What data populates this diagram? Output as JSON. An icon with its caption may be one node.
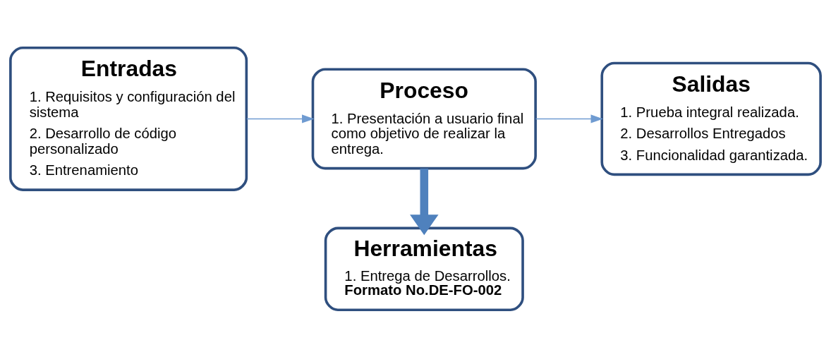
{
  "diagram": {
    "nodes": [
      {
        "text": [
          "Entradas",
          "1. Requisitos y configuración del sistema",
          "2. Desarrollo de código personalizado",
          "3. Entrenamiento"
        ]
      },
      {
        "text": [
          "Proceso",
          "1. Presentación a usuario final como objetivo de realizar la entrega."
        ]
      },
      {
        "text": [
          "Salidas",
          "1. Prueba integral realizada.",
          "2. Desarrollos Entregados",
          "3. Funcionalidad garantizada."
        ]
      },
      {
        "text": [
          "Herramientas",
          "1. Entrega de Desarrollos. **Formato No.DE-FO-002**"
        ]
      }
    ],
    "edges": [
      {
        "from": 0,
        "to": 1,
        "arrow": "to"
      },
      {
        "from": 1,
        "to": 2,
        "arrow": "to"
      },
      {
        "from": 1,
        "to": 3,
        "arrow": "to",
        "style": "thick",
        "color": "#4f81bd"
      }
    ]
  }
}
